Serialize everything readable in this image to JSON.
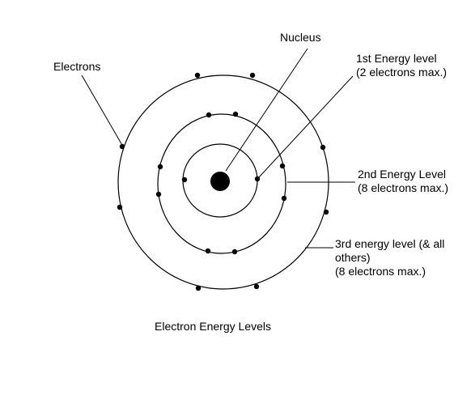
{
  "labels": {
    "electrons": "Electrons",
    "nucleus": "Nucleus",
    "level1_line1": "1st Energy level",
    "level1_line2": "(2 electrons max.)",
    "level2_line1": "2nd Energy Level",
    "level2_line2": "(8 electrons max.)",
    "level3_line1": "3rd energy level (& all",
    "level3_line2": "others)",
    "level3_line3": "(8 electrons max.)",
    "caption": "Electron Energy Levels"
  },
  "shells": [
    {
      "name": "1st Energy level",
      "electrons": 2
    },
    {
      "name": "2nd Energy Level",
      "electrons": 8
    },
    {
      "name": "3rd energy level (& all others)",
      "electrons": 8
    }
  ],
  "colors": {
    "ink": "#000000",
    "background": "#ffffff"
  }
}
